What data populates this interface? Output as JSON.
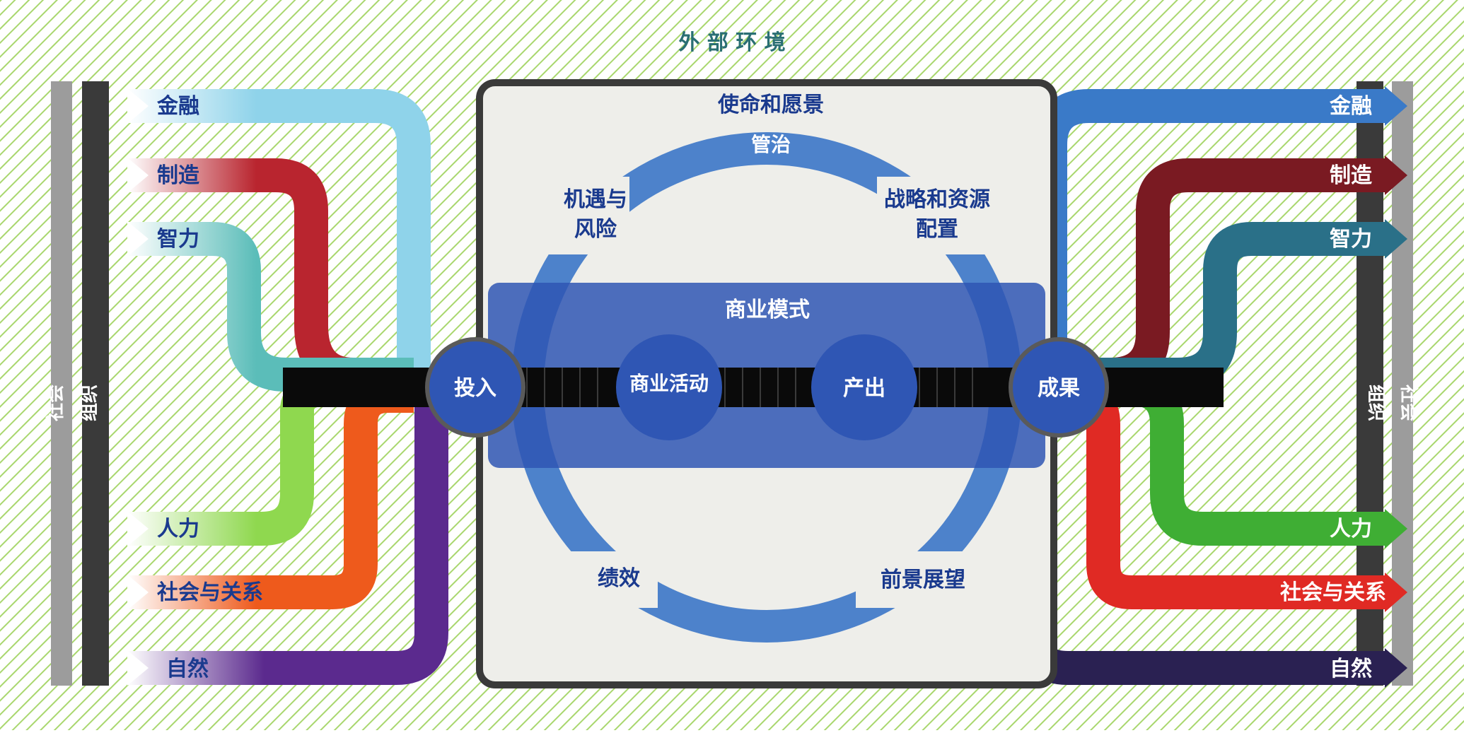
{
  "diagram": {
    "title": "外 部 环 境",
    "center_box": {
      "mission": "使命和愿景",
      "governance": "管治",
      "opportunities_line1": "机遇与",
      "opportunities_line2": "风险",
      "strategy_line1": "战略和资源",
      "strategy_line2": "配置",
      "business_model": "商业模式",
      "performance": "绩效",
      "outlook": "前景展望"
    },
    "nodes": {
      "inputs": "投入",
      "business_activities": "商业活动",
      "outputs": "产出",
      "outcomes": "成果"
    },
    "side_bars": {
      "left_outer": "社会",
      "left_inner": "组织",
      "right_inner": "组织",
      "right_outer": "社会"
    },
    "capitals": [
      {
        "key": "financial",
        "label": "金融",
        "left_color": "#8fd3ea",
        "right_color": "#3a7ac8"
      },
      {
        "key": "manufactured",
        "label": "制造",
        "left_color": "#b9252f",
        "right_color": "#7a1a22"
      },
      {
        "key": "intellectual",
        "label": "智力",
        "left_color": "#5bbdb9",
        "right_color": "#2a7088"
      },
      {
        "key": "human",
        "label": "人力",
        "left_color": "#8fd84f",
        "right_color": "#3fae34"
      },
      {
        "key": "social",
        "label": "社会与关系",
        "left_color": "#ee5a1c",
        "right_color": "#e02a24"
      },
      {
        "key": "natural",
        "label": "自然",
        "left_color": "#5b2a8e",
        "right_color": "#2a2152"
      }
    ],
    "colors": {
      "label_blue": "#1a3a8e",
      "hatch": "#a9d76e",
      "node_blue": "#2f56b4",
      "ring_blue": "#3f78c8",
      "pipe": "#0a0a0a",
      "box_fill": "#eeeeea",
      "box_border": "#3a3a3a"
    }
  }
}
